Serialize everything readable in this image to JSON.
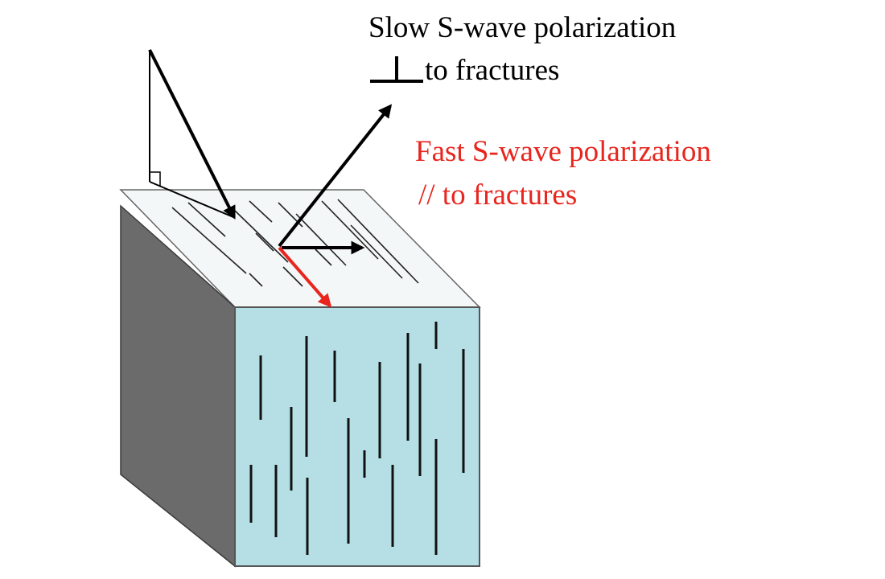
{
  "slow_label": {
    "line1": "Slow S-wave polarization",
    "symbol": "perpendicular",
    "line2": "to fractures",
    "color": "#000000"
  },
  "fast_label": {
    "line1": "Fast S-wave polarization",
    "line2": "// to fractures",
    "color": "#e8251e"
  },
  "colors": {
    "front_face": "#b5dfe5",
    "side_face": "#6b6b6b",
    "top_face": "#f4f7f7",
    "fracture_lines": "#000000",
    "fast_arrow": "#e8251e"
  }
}
